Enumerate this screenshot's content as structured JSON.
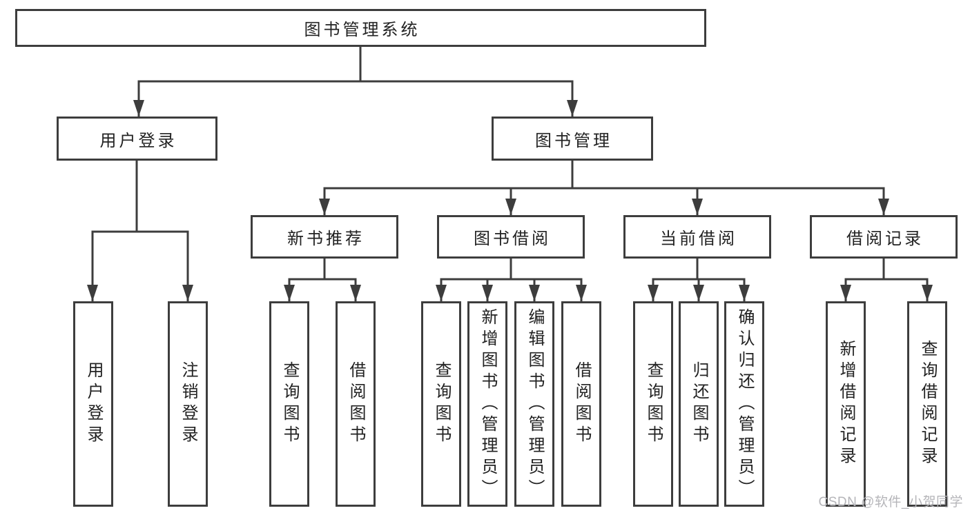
{
  "diagram": {
    "type": "tree",
    "root": {
      "label": "图书管理系统"
    },
    "branches": [
      {
        "label": "用户登录",
        "leaves": [
          {
            "label": "用户登录"
          },
          {
            "label": "注销登录"
          }
        ]
      },
      {
        "label": "图书管理",
        "groups": [
          {
            "label": "新书推荐",
            "leaves": [
              {
                "label": "查询图书"
              },
              {
                "label": "借阅图书"
              }
            ]
          },
          {
            "label": "图书借阅",
            "leaves": [
              {
                "label": "查询图书"
              },
              {
                "label": "新增图书（管理员）"
              },
              {
                "label": "编辑图书（管理员）"
              },
              {
                "label": "借阅图书"
              }
            ]
          },
          {
            "label": "当前借阅",
            "leaves": [
              {
                "label": "查询图书"
              },
              {
                "label": "归还图书"
              },
              {
                "label": "确认归还（管理员）"
              }
            ]
          },
          {
            "label": "借阅记录",
            "leaves": [
              {
                "label": "新增借阅记录"
              },
              {
                "label": "查询借阅记录"
              }
            ]
          }
        ]
      }
    ]
  },
  "watermark": {
    "text": "CSDN @软件_小贺同学"
  },
  "colors": {
    "line": "#3d3d3d",
    "text": "#222222",
    "background": "#ffffff",
    "watermark": "#b5b5b9"
  }
}
